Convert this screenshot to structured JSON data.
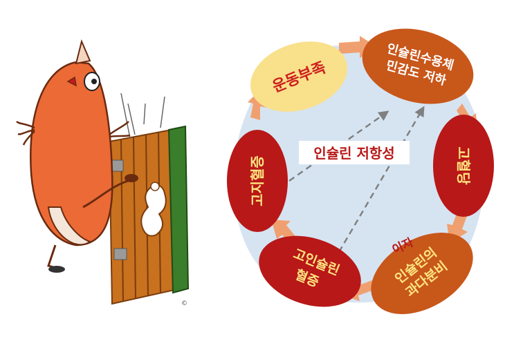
{
  "illustration": {
    "description_icon": "cartoon-cell-blocked-door-icon",
    "copyright_mark": "©"
  },
  "cycle": {
    "center_label": "인슐린 저항성",
    "nodes": [
      {
        "id": "exercise",
        "lines": [
          "운동부족"
        ],
        "fill": "#f9e08a",
        "text_color": "#cc1f1f"
      },
      {
        "id": "sensitivity",
        "lines": [
          "인슐린수용체",
          "민감도 저하"
        ],
        "fill": "#c8571a",
        "text_color": "#ffffff"
      },
      {
        "id": "hyperglycemia",
        "lines": [
          "고혈당"
        ],
        "fill": "#b81818",
        "text_color": "#ffe680"
      },
      {
        "id": "oversecretion",
        "lines": [
          "인슐린의",
          "과다분비"
        ],
        "fill": "#c8571a",
        "text_color": "#ffe680"
      },
      {
        "id": "hyperinsulinemia",
        "lines": [
          "고인슐린",
          "혈증"
        ],
        "fill": "#b81818",
        "text_color": "#ffe680"
      },
      {
        "id": "dyslipidemia",
        "lines": [
          "고지혈증"
        ],
        "fill": "#b81818",
        "text_color": "#ffe680"
      }
    ],
    "side_label": "이자",
    "colors": {
      "background_blob": "#d6e4f2",
      "arrow": "#f0a070",
      "dashed": "#808080",
      "center_text": "#b81818"
    }
  }
}
